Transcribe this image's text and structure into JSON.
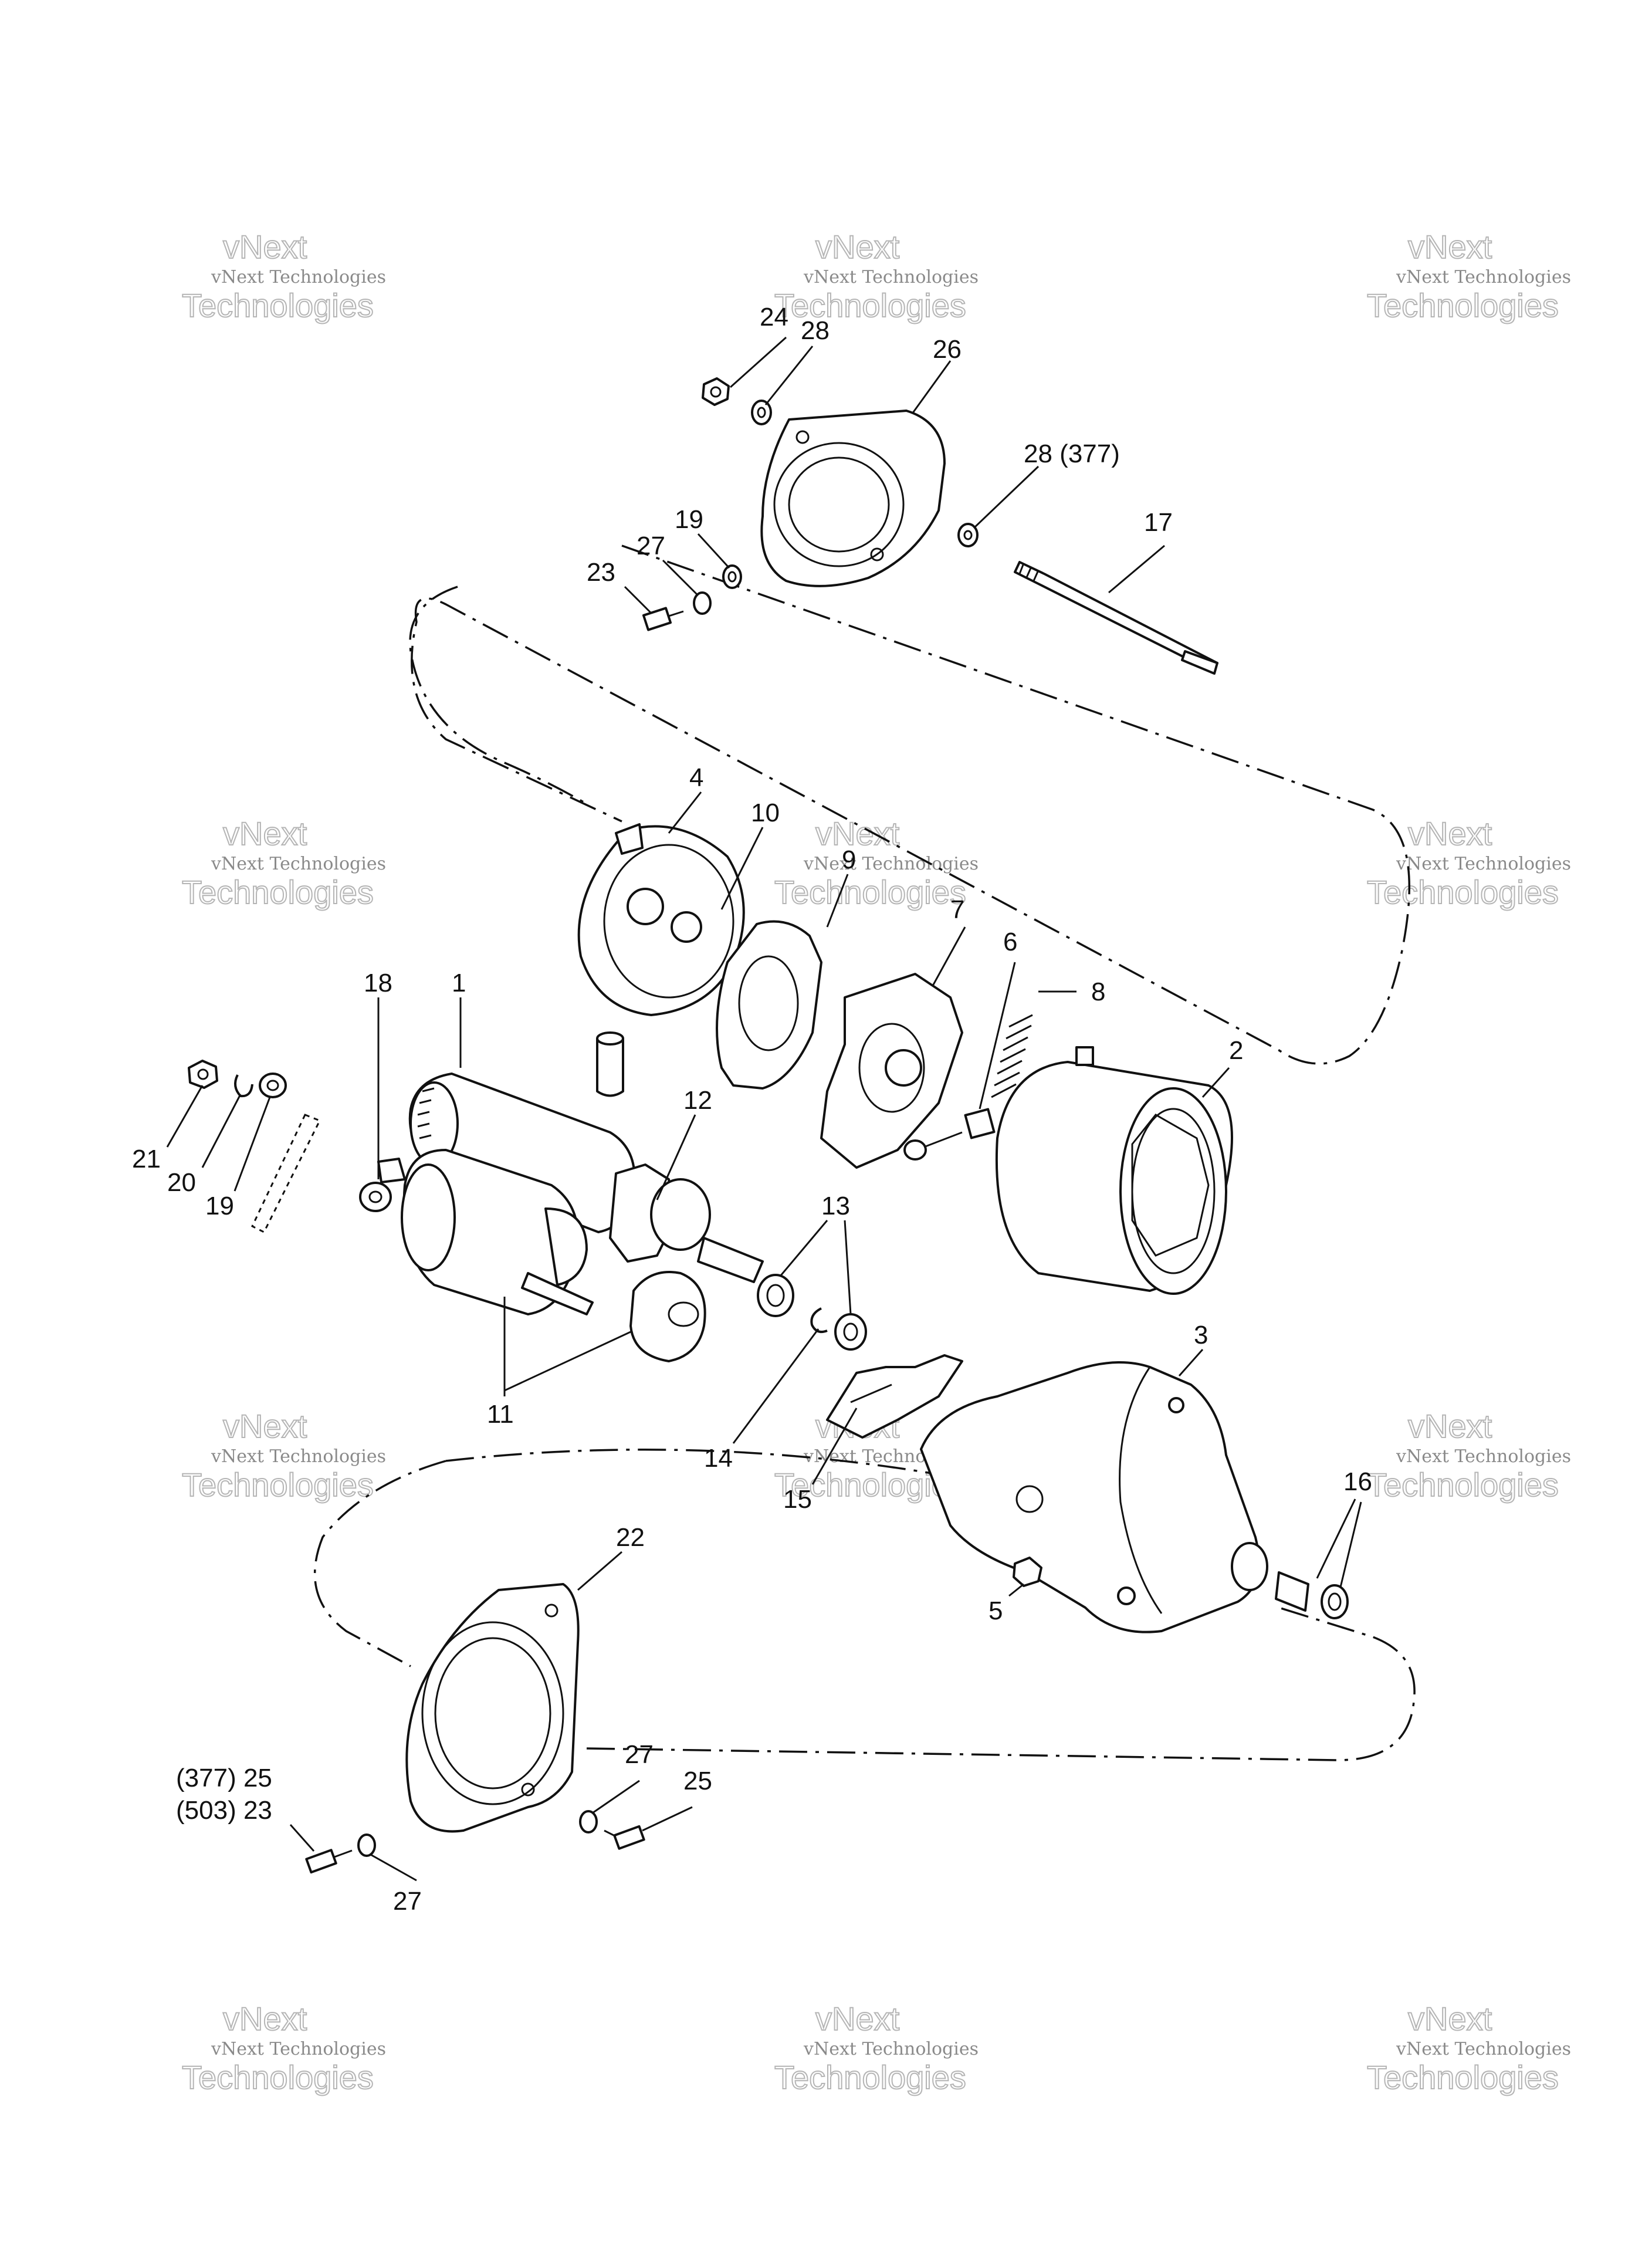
{
  "callouts": {
    "c1": "1",
    "c2": "2",
    "c3": "3",
    "c4": "4",
    "c5": "5",
    "c6": "6",
    "c7": "7",
    "c8": "8",
    "c9": "9",
    "c10": "10",
    "c11": "11",
    "c12": "12",
    "c13": "13",
    "c14": "14",
    "c15": "15",
    "c16": "16",
    "c17": "17",
    "c18": "18",
    "c19_top": "19",
    "c19_left": "19",
    "c20": "20",
    "c21": "21",
    "c22": "22",
    "c23_top": "23",
    "c24": "24",
    "c25_right": "25",
    "c25_note": "(377) 25",
    "c23_note": "(503) 23",
    "c26": "26",
    "c27_top": "27",
    "c27_bottom": "27",
    "c27_right": "27",
    "c28": "28",
    "c28_note": "28 (377)"
  },
  "watermark": {
    "line1": "vNext",
    "line2": "vNext Technologies",
    "line3": "Technologies"
  }
}
